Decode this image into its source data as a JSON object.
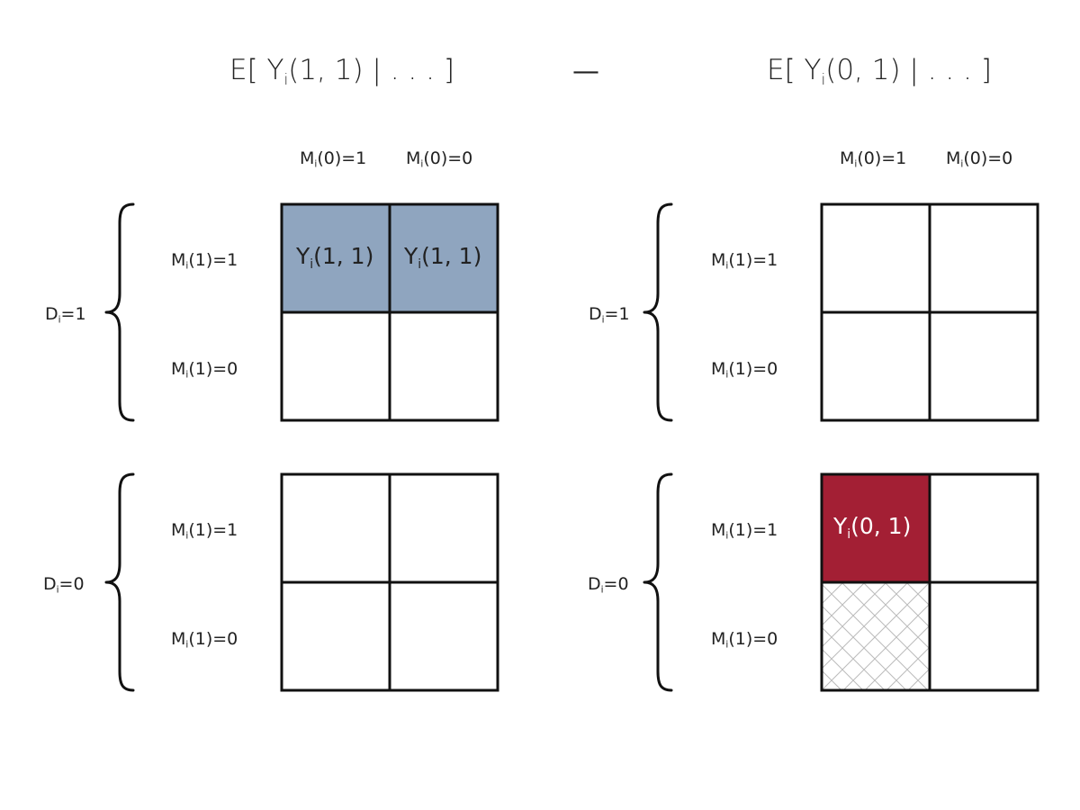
{
  "header": {
    "left_expectation": {
      "pre": "E[ Y",
      "sub": "i",
      "post": "(1, 1) | . . . ]"
    },
    "operator": "—",
    "right_expectation": {
      "pre": "E[ Y",
      "sub": "i",
      "post": "(0, 1) | . . . ]"
    }
  },
  "column_labels": [
    {
      "pre": "M",
      "sub": "i",
      "post": "(0)=1"
    },
    {
      "pre": "M",
      "sub": "i",
      "post": "(0)=0"
    }
  ],
  "row_labels": [
    {
      "pre": "M",
      "sub": "i",
      "post": "(1)=1"
    },
    {
      "pre": "M",
      "sub": "i",
      "post": "(1)=0"
    }
  ],
  "d_labels": [
    {
      "pre": "D",
      "sub": "i",
      "post": "=1"
    },
    {
      "pre": "D",
      "sub": "i",
      "post": "=0"
    }
  ],
  "cells": {
    "left_top_r0c0": {
      "pre": "Y",
      "sub": "i",
      "post": "(1, 1)"
    },
    "left_top_r0c1": {
      "pre": "Y",
      "sub": "i",
      "post": "(1, 1)"
    },
    "right_bottom_r0c0": {
      "pre": "Y",
      "sub": "i",
      "post": "(0, 1)"
    }
  },
  "colors": {
    "blue_fill": "#8FA5BF",
    "red_fill": "#A31F34",
    "grid_line": "#111111",
    "hatch": "#BBBBBB"
  }
}
